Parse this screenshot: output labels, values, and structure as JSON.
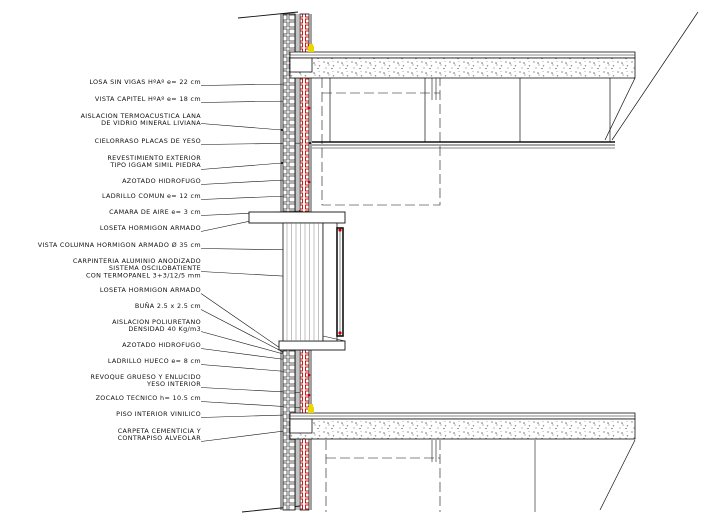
{
  "labels": [
    {
      "id": "losa",
      "lines": [
        "LOSA SIN VIGAS HºAº e= 22 cm"
      ]
    },
    {
      "id": "capitel",
      "lines": [
        "VISTA CAPITEL HºAº e= 18 cm"
      ]
    },
    {
      "id": "aislacion-lana",
      "lines": [
        "AISLACION TERMOACUSTICA LANA",
        "DE VIDRIO MINERAL LIVIANA"
      ]
    },
    {
      "id": "cielorraso",
      "lines": [
        "CIELORRASO PLACAS DE YESO"
      ]
    },
    {
      "id": "revestimiento",
      "lines": [
        "REVESTIMIENTO EXTERIOR",
        "TIPO IGGAM SIMIL PIEDRA"
      ]
    },
    {
      "id": "azotado-1",
      "lines": [
        "AZOTADO HIDROFUGO"
      ]
    },
    {
      "id": "ladrillo-comun",
      "lines": [
        "LADRILLO COMUN e= 12 cm"
      ]
    },
    {
      "id": "camara-aire",
      "lines": [
        "CAMARA DE AIRE e= 3 cm"
      ]
    },
    {
      "id": "loseta-1",
      "lines": [
        "LOSETA HORMIGON ARMADO"
      ]
    },
    {
      "id": "columna",
      "lines": [
        "VISTA COLUMNA HORMIGON ARMADO Ø 35 cm"
      ]
    },
    {
      "id": "carpinteria",
      "lines": [
        "CARPINTERIA ALUMINIO ANODIZADO",
        "SISTEMA OSCILOBATIENTE",
        "CON TERMOPANEL 3+3/12/5 mm"
      ]
    },
    {
      "id": "loseta-2",
      "lines": [
        "LOSETA HORMIGON ARMADO"
      ]
    },
    {
      "id": "buna",
      "lines": [
        "BUÑA 2.5 x 2.5 cm"
      ]
    },
    {
      "id": "aislacion-poliuretano",
      "lines": [
        "AISLACION POLIURETANO",
        "DENSIDAD 40 Kg/m3"
      ]
    },
    {
      "id": "azotado-2",
      "lines": [
        "AZOTADO HIDROFUGO"
      ]
    },
    {
      "id": "ladrillo-hueco",
      "lines": [
        "LADRILLO HUECO e= 8 cm"
      ]
    },
    {
      "id": "revoque",
      "lines": [
        "REVOQUE GRUESO Y ENLUCIDO",
        "YESO INTERIOR"
      ]
    },
    {
      "id": "zocalo",
      "lines": [
        "ZOCALO TECNICO h= 10.5 cm"
      ]
    },
    {
      "id": "piso",
      "lines": [
        "PISO INTERIOR VINILICO"
      ]
    },
    {
      "id": "carpeta",
      "lines": [
        "CARPETA CEMENTICIA Y",
        "CONTRAPISO ALVEOLAR"
      ]
    }
  ],
  "colors": {
    "line": "#111111",
    "accent_red": "#cc0000",
    "accent_yellow": "#e8d800",
    "hatch": "#555555"
  }
}
